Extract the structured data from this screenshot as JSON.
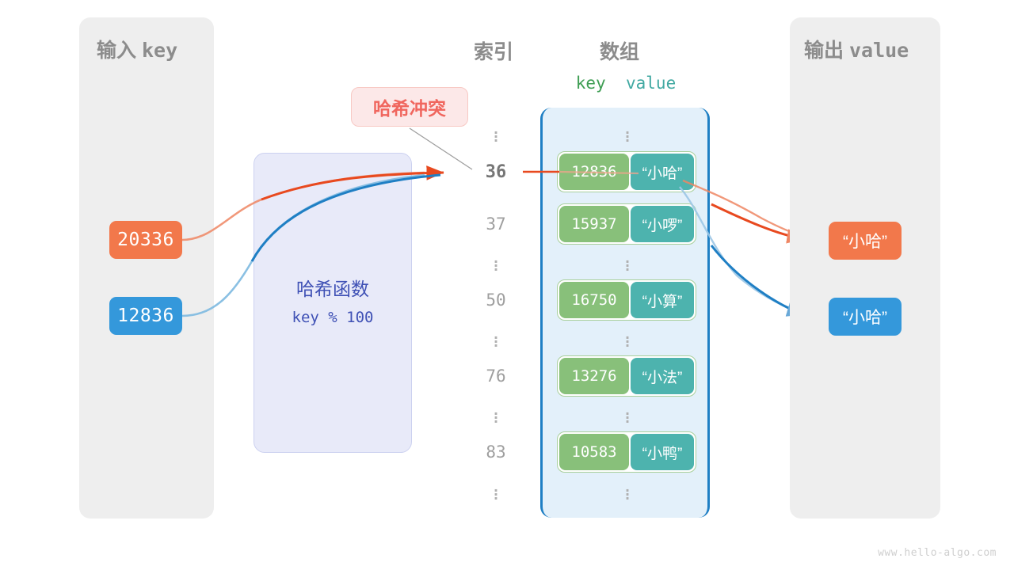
{
  "watermark": "www.hello-algo.com",
  "input_panel": {
    "title_cn": "输入",
    "title_mono": "key",
    "keys": [
      {
        "value": "20336",
        "color": "#f2784b"
      },
      {
        "value": "12836",
        "color": "#3498db"
      }
    ]
  },
  "output_panel": {
    "title_cn": "输出",
    "title_mono": "value",
    "values": [
      {
        "value": "“小哈”",
        "color": "#f2784b"
      },
      {
        "value": "“小哈”",
        "color": "#3498db"
      }
    ]
  },
  "hash_function": {
    "title": "哈希函数",
    "expression": "key % 100"
  },
  "collision_badge": {
    "label": "哈希冲突"
  },
  "headings": {
    "index": "索引",
    "array": "数组",
    "key": "key",
    "value": "value"
  },
  "colors": {
    "key_cell": "#88c07a",
    "value_cell": "#4db3ae",
    "array_bg": "#e3f0fa",
    "array_border": "#1f7fc4",
    "panel_bg": "#eeeeee",
    "hash_bg": "#e8eaf9",
    "hash_text": "#3f51b5",
    "collision_bg": "#fce8e8",
    "collision_text": "#f0665e",
    "orange": "#f2784b",
    "blue": "#3498db"
  },
  "rows": [
    {
      "kind": "dots"
    },
    {
      "kind": "entry",
      "index": "36",
      "highlight": true,
      "key": "12836",
      "value": "“小哈”"
    },
    {
      "kind": "entry",
      "index": "37",
      "highlight": false,
      "key": "15937",
      "value": "“小啰”"
    },
    {
      "kind": "dots"
    },
    {
      "kind": "entry",
      "index": "50",
      "highlight": false,
      "key": "16750",
      "value": "“小算”"
    },
    {
      "kind": "dots"
    },
    {
      "kind": "entry",
      "index": "76",
      "highlight": false,
      "key": "13276",
      "value": "“小法”"
    },
    {
      "kind": "dots"
    },
    {
      "kind": "entry",
      "index": "83",
      "highlight": false,
      "key": "10583",
      "value": "“小鸭”"
    },
    {
      "kind": "dots"
    }
  ]
}
